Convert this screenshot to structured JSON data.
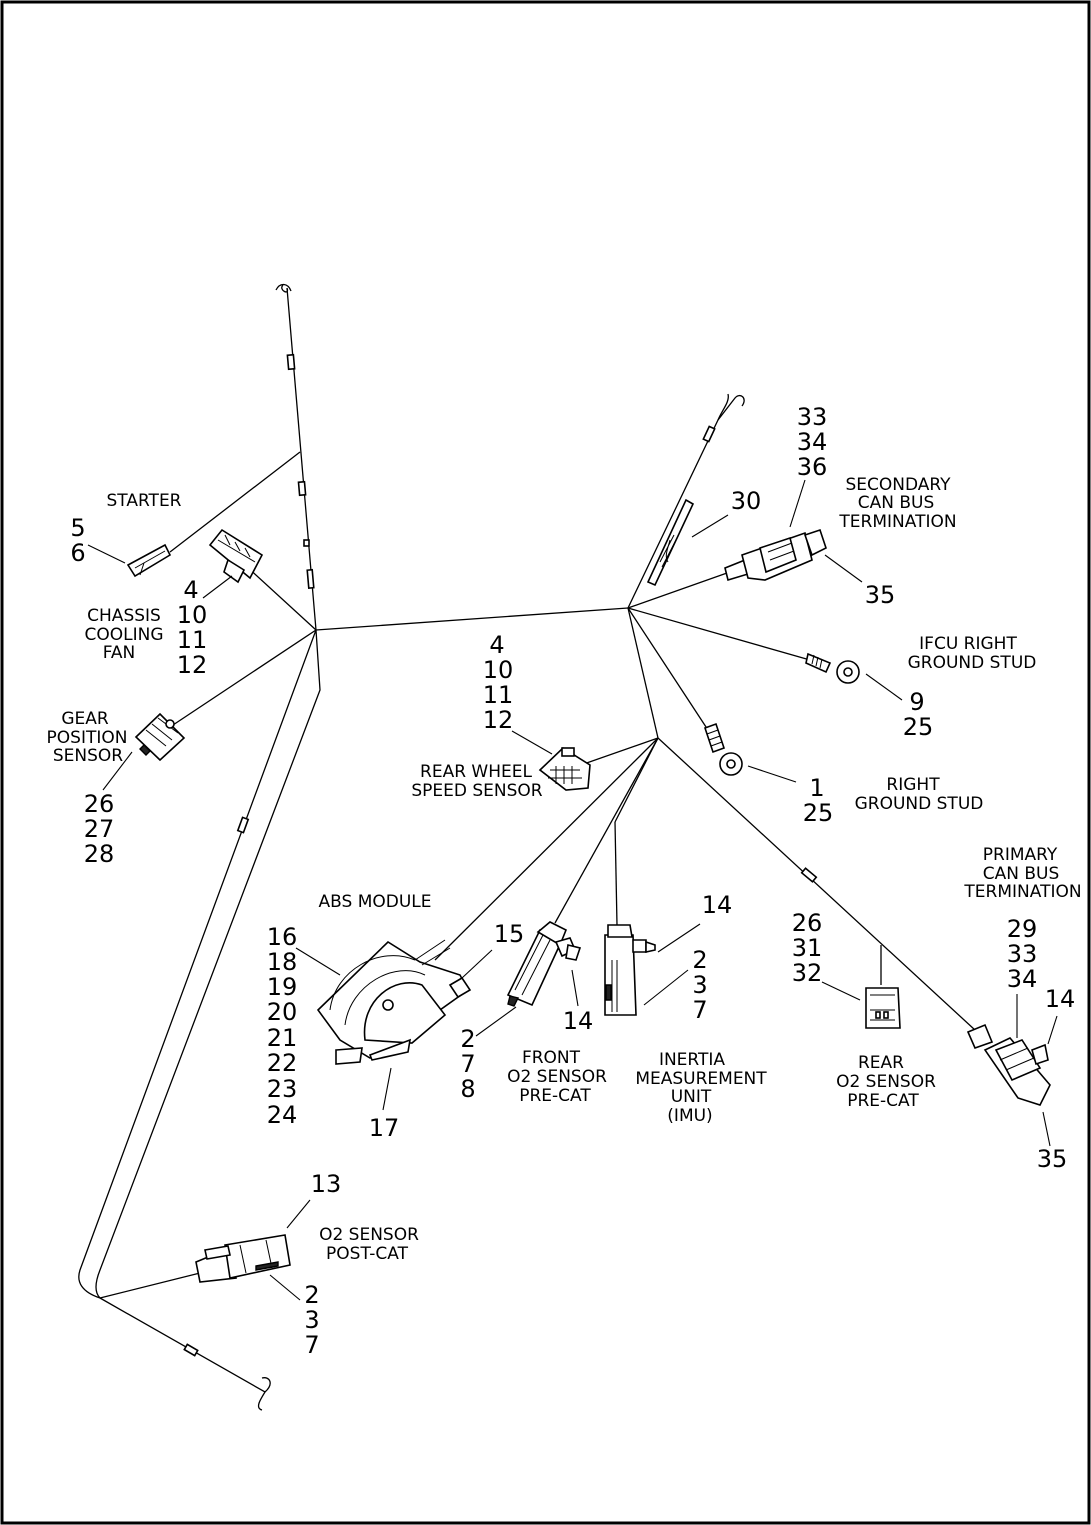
{
  "diagram": {
    "components": [
      {
        "id": "starter",
        "label_lines": [
          "STARTER"
        ],
        "callouts": [
          "5",
          "6"
        ]
      },
      {
        "id": "chassis-cooling-fan",
        "label_lines": [
          "CHASSIS",
          "COOLING",
          "FAN"
        ],
        "callouts": [
          "4",
          "10",
          "11",
          "12"
        ]
      },
      {
        "id": "gear-position-sensor",
        "label_lines": [
          "GEAR",
          "POSITION",
          "SENSOR"
        ],
        "callouts": [
          "26",
          "27",
          "28"
        ]
      },
      {
        "id": "rear-wheel-speed-sensor",
        "label_lines": [
          "REAR WHEEL",
          "SPEED SENSOR"
        ],
        "callouts": [
          "4",
          "10",
          "11",
          "12"
        ]
      },
      {
        "id": "secondary-can-bus-termination",
        "label_lines": [
          "SECONDARY",
          "CAN BUS",
          "TERMINATION"
        ],
        "callouts": [
          "33",
          "34",
          "36"
        ],
        "callouts_b": [
          "35"
        ]
      },
      {
        "id": "harness-clip",
        "callouts": [
          "30"
        ]
      },
      {
        "id": "ifcu-right-ground-stud",
        "label_lines": [
          "IFCU RIGHT",
          "GROUND STUD"
        ],
        "callouts": [
          "9",
          "25"
        ]
      },
      {
        "id": "right-ground-stud",
        "label_lines": [
          "RIGHT",
          "GROUND STUD"
        ],
        "callouts": [
          "1",
          "25"
        ]
      },
      {
        "id": "primary-can-bus-termination",
        "label_lines": [
          "PRIMARY",
          "CAN BUS",
          "TERMINATION"
        ],
        "callouts": [
          "29",
          "33",
          "34"
        ],
        "callouts_b": [
          "14"
        ],
        "callouts_c": [
          "35"
        ]
      },
      {
        "id": "abs-module",
        "label_lines": [
          "ABS MODULE"
        ],
        "callouts": [
          "16",
          "18",
          "19",
          "20",
          "21",
          "22",
          "23",
          "24"
        ],
        "callouts_b": [
          "15"
        ],
        "callouts_c": [
          "17"
        ]
      },
      {
        "id": "front-o2-sensor",
        "label_lines": [
          "FRONT",
          "O2 SENSOR",
          "PRE-CAT"
        ],
        "callouts": [
          "2",
          "7",
          "8"
        ],
        "callouts_b": [
          "14"
        ]
      },
      {
        "id": "imu",
        "label_lines": [
          "INERTIA",
          "MEASUREMENT",
          "UNIT",
          "(IMU)"
        ],
        "callouts": [
          "2",
          "3",
          "7"
        ],
        "callouts_b": [
          "14"
        ]
      },
      {
        "id": "rear-o2-sensor",
        "label_lines": [
          "REAR",
          "O2 SENSOR",
          "PRE-CAT"
        ],
        "callouts": [
          "26",
          "31",
          "32"
        ]
      },
      {
        "id": "o2-sensor-post-cat",
        "label_lines": [
          "O2 SENSOR",
          "POST-CAT"
        ],
        "callouts": [
          "13"
        ],
        "callouts_b": [
          "2",
          "3",
          "7"
        ]
      }
    ]
  }
}
